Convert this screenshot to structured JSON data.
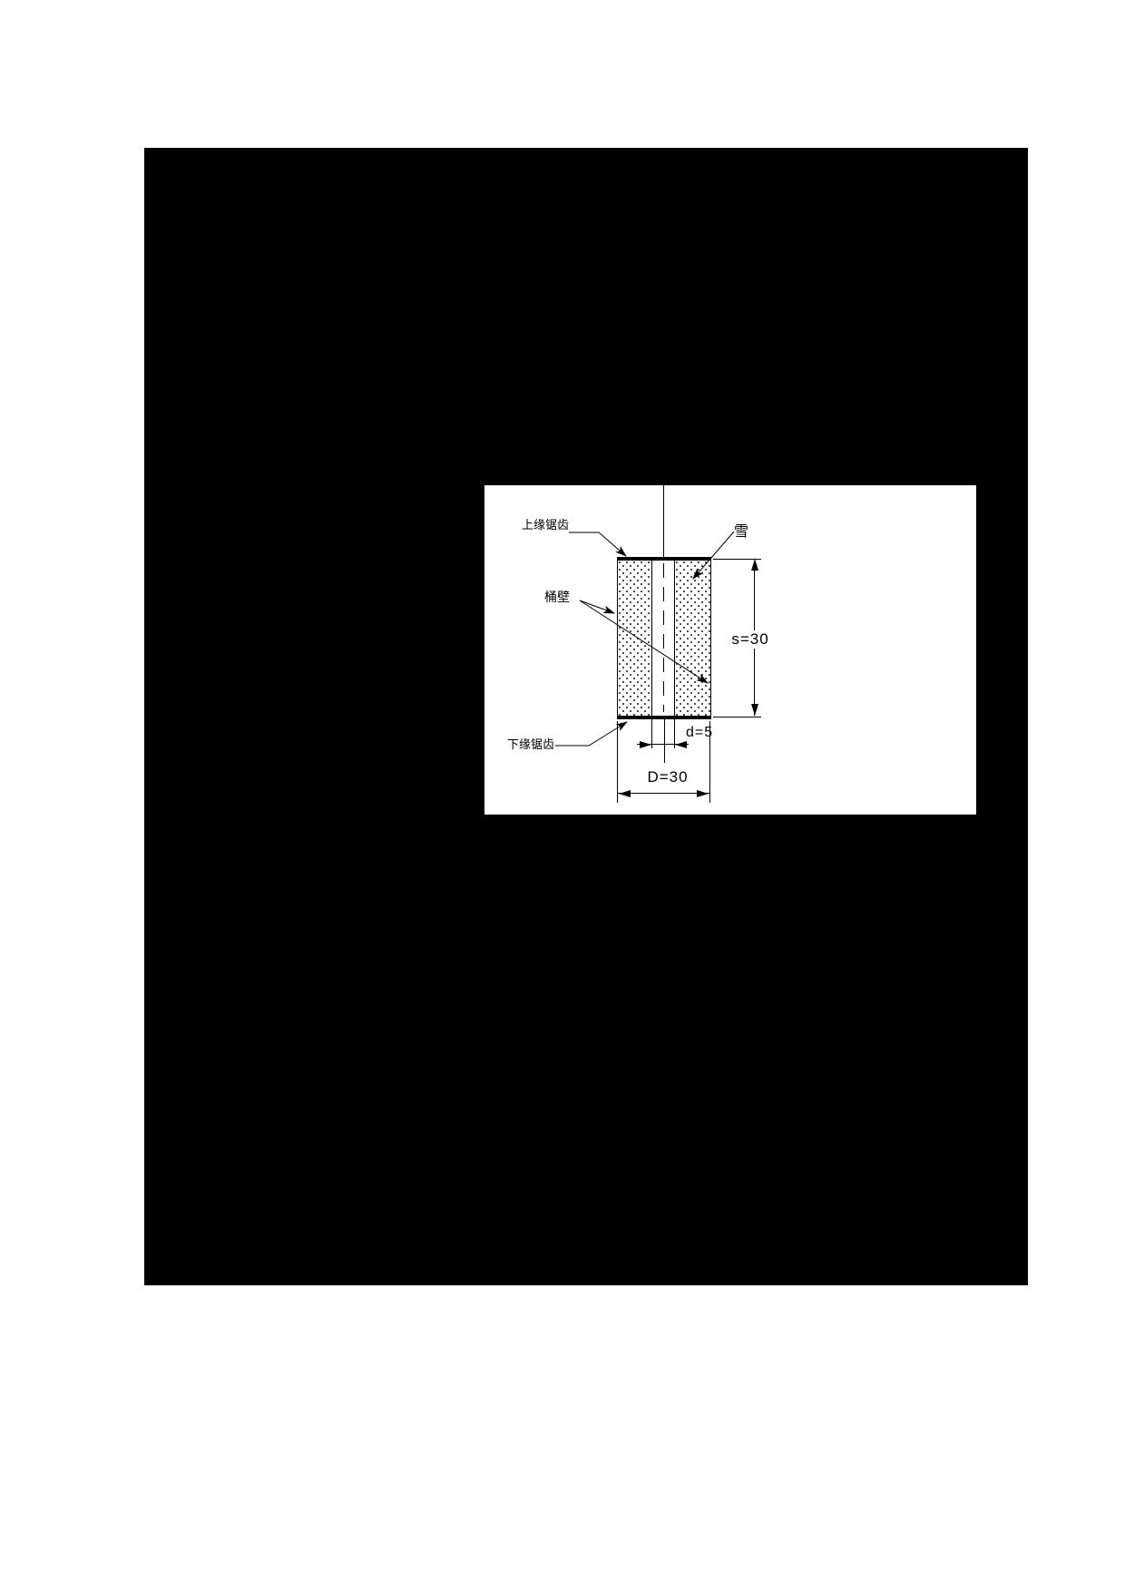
{
  "figure": {
    "labels": {
      "top_edge": "上缘锯齿",
      "wall": "桶壁",
      "snow": "雪",
      "bottom_edge": "下缘锯齿"
    },
    "dimensions": {
      "height_label": "s=30",
      "inner_diameter_label": "d=5",
      "outer_diameter_label": "D=30"
    },
    "colors": {
      "page_background": "#ffffff",
      "scan_background": "#000000",
      "panel_background": "#ffffff",
      "line_color": "#000000"
    }
  }
}
